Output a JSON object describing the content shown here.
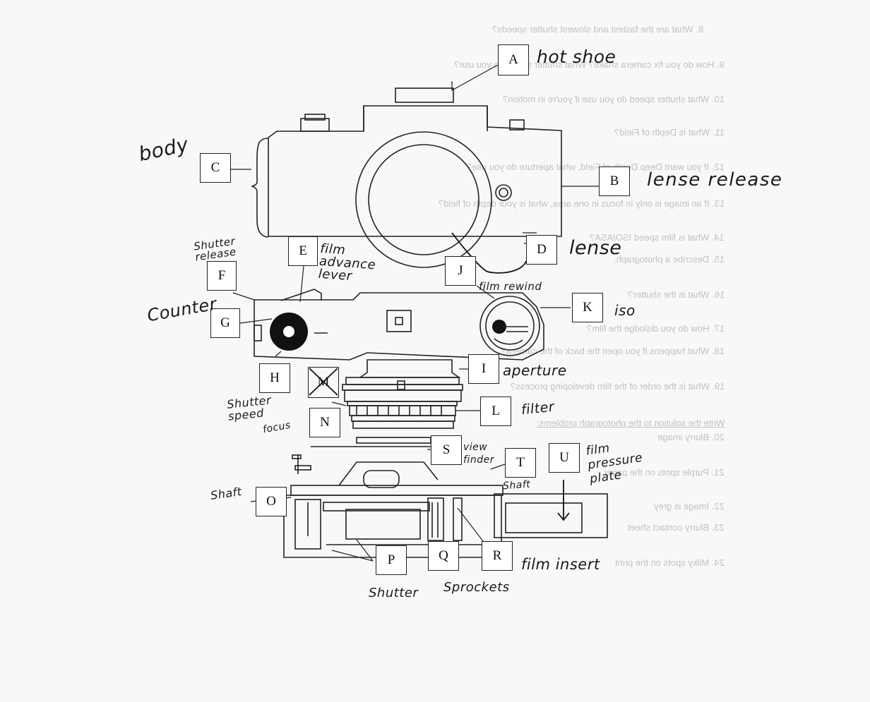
{
  "ghost_questions": [
    "8.  What are the fastest and slowest shutter speeds?",
    "9.  How do you fix camera shake? What shutter speed do you use?",
    "10.  What shutter speed do you use if you're in motion?",
    "11.  What is Depth of Field?",
    "12.  If you want Deep Depth of Field, what aperture do you use?",
    "13.  If an image is only in focus in one area, what is your depth of field?",
    "14.  What is film speed ISO/ASA?",
    "15.  Describe a photograph.",
    "16.  What is the shutter?",
    "17.  How do you dislodge the film?",
    "18.  What happens if you open the back of the camera?",
    "19.  What is the order of the film developing process?",
    "Write the solution to the photograph problems:",
    "20.  Blurry image",
    "21.  Purple spots on the paper",
    "22.  Image is grey",
    "23.  Blurry contact sheet",
    "24.  Milky spots on the print"
  ],
  "parts": [
    {
      "letter": "A",
      "label": "hot shoe"
    },
    {
      "letter": "B",
      "label": "lense release"
    },
    {
      "letter": "C",
      "label": "body"
    },
    {
      "letter": "D",
      "label": "lense"
    },
    {
      "letter": "E",
      "label": "film advance lever"
    },
    {
      "letter": "F",
      "label": "Shutter release"
    },
    {
      "letter": "G",
      "label": "Counter"
    },
    {
      "letter": "H",
      "label": "Shutter speed"
    },
    {
      "letter": "I",
      "label": "aperture"
    },
    {
      "letter": "J",
      "label": "film rewind"
    },
    {
      "letter": "K",
      "label": "iso"
    },
    {
      "letter": "L",
      "label": "filter"
    },
    {
      "letter": "M",
      "label": ""
    },
    {
      "letter": "N",
      "label": "focus"
    },
    {
      "letter": "O",
      "label": "Shaft"
    },
    {
      "letter": "P",
      "label": "Shutter"
    },
    {
      "letter": "Q",
      "label": "Sprockets"
    },
    {
      "letter": "R",
      "label": "film insert"
    },
    {
      "letter": "S",
      "label": "view finder"
    },
    {
      "letter": "T",
      "label": "Shaft"
    },
    {
      "letter": "U",
      "label": "film pressure plate"
    }
  ]
}
